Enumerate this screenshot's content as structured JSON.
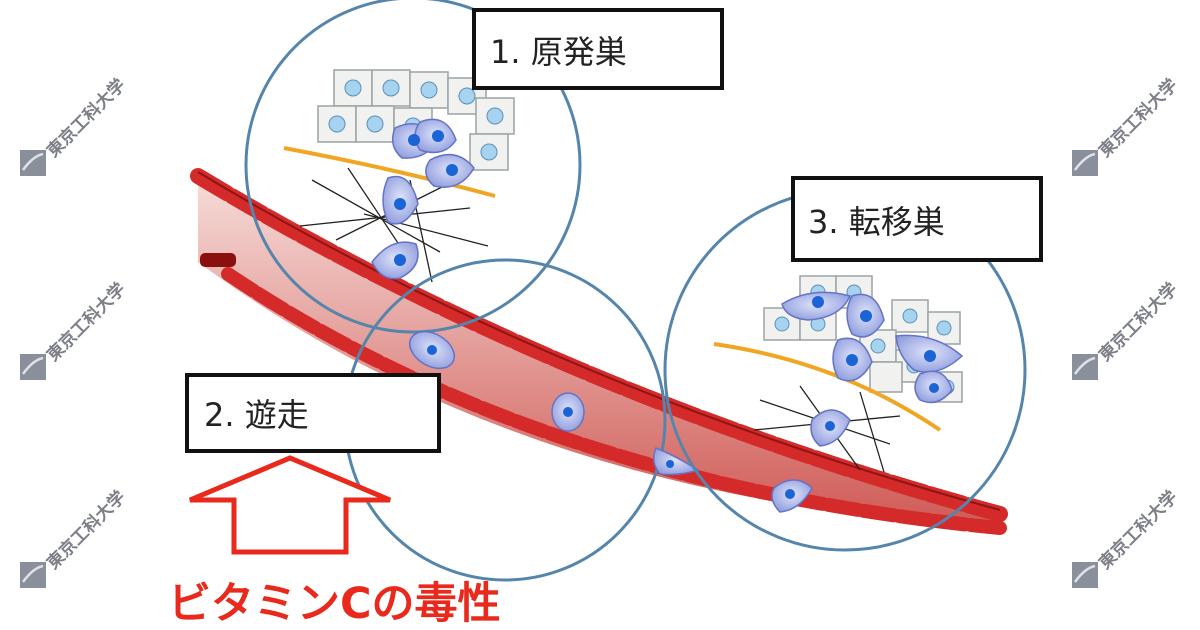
{
  "labels": {
    "primary": "1. 原発巣",
    "migration": "2. 遊走",
    "metastasis": "3. 転移巣"
  },
  "annotation": {
    "text": "ビタミンCの毒性",
    "color": "#e8291c"
  },
  "watermark": {
    "text": "東京工科大学"
  },
  "colors": {
    "vessel_wall": "#d42a2a",
    "vessel_lumen": "#f2c6c0",
    "cell_fill": "#a9b3e6",
    "nucleus": "#1a64d6",
    "epithelial_nucleus": "#a6d3ef",
    "circle_stroke": "#5585ab",
    "membrane": "#f0a623"
  }
}
